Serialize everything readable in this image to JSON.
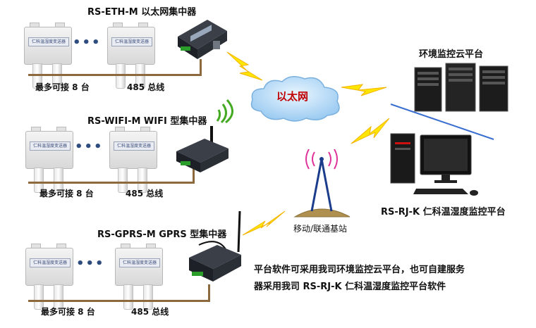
{
  "groups": [
    {
      "title": "RS-ETH-M 以太网集中器",
      "max_label": "最多可接 8 台",
      "bus_label": "485 总线",
      "dots": "•••"
    },
    {
      "title": "RS-WIFI-M WIFI 型集中器",
      "max_label": "最多可接 8 台",
      "bus_label": "485 总线",
      "dots": "•••"
    },
    {
      "title": "RS-GPRS-M GPRS 型集中器",
      "max_label": "最多可接 8 台",
      "bus_label": "485 总线",
      "dots": "•••"
    }
  ],
  "sensor_plate_text": "仁科温湿度变送器",
  "cloud_label": "以太网",
  "server_label": "环境监控云平台",
  "pc_label": "RS-RJ-K 仁科温湿度监控平台",
  "tower_label": "移动/联通基站",
  "note": {
    "line1": "平台软件可采用我司环境监控云平台，也可自建服务",
    "line2": "器采用我司 RS-RJ-K 仁科温湿度监控平台软件"
  },
  "colors": {
    "bus": "#8c6a3e",
    "cloud": "#a9d3f5",
    "cloud_text": "#c00000",
    "lightning": "#ffe600",
    "link": "#3a6fd0",
    "wifi": "#44aa22",
    "signal": "#e0339a"
  }
}
